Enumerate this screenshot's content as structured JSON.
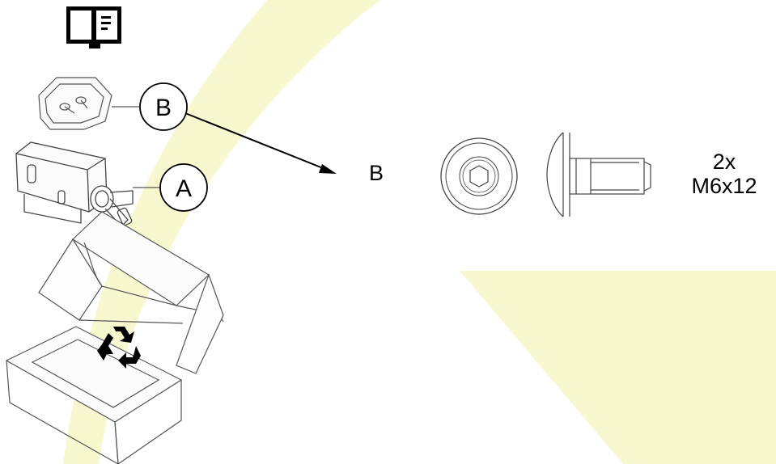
{
  "colors": {
    "highlight": "#f8f8d0",
    "line": "#3a3a3a",
    "ink": "#000000"
  },
  "icons": {
    "manual": "manual-book-icon",
    "recycle": "recycle-icon"
  },
  "callouts": {
    "a": "A",
    "b": "B"
  },
  "detail": {
    "label": "B",
    "quantity": "2x",
    "size": "M6x12"
  }
}
